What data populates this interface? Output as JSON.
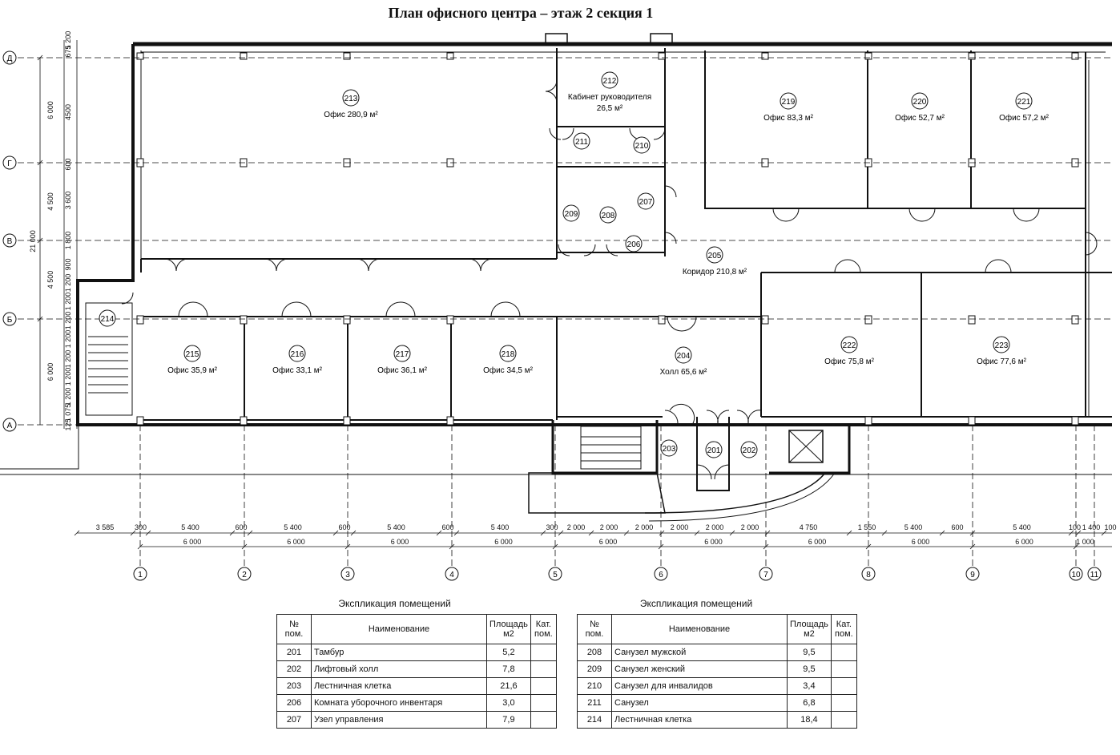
{
  "title": "План офисного центра – этаж 2 секция 1",
  "rooms": [
    {
      "no": "213",
      "name": "Офис",
      "area": "280,9"
    },
    {
      "no": "212",
      "name": "Кабинет руководителя",
      "area": "26,5"
    },
    {
      "no": "219",
      "name": "Офис",
      "area": "83,3"
    },
    {
      "no": "220",
      "name": "Офис",
      "area": "52,7"
    },
    {
      "no": "221",
      "name": "Офис",
      "area": "57,2"
    },
    {
      "no": "205",
      "name": "Коридор",
      "area": "210,8"
    },
    {
      "no": "215",
      "name": "Офис",
      "area": "35,9"
    },
    {
      "no": "216",
      "name": "Офис",
      "area": "33,1"
    },
    {
      "no": "217",
      "name": "Офис",
      "area": "36,1"
    },
    {
      "no": "218",
      "name": "Офис",
      "area": "34,5"
    },
    {
      "no": "204",
      "name": "Холл",
      "area": "65,6"
    },
    {
      "no": "222",
      "name": "Офис",
      "area": "75,8"
    },
    {
      "no": "223",
      "name": "Офис",
      "area": "77,6"
    }
  ],
  "area_unit": "м²",
  "small_rooms": [
    "211",
    "210",
    "207",
    "209",
    "208",
    "206",
    "214",
    "203",
    "201",
    "202"
  ],
  "axes_rows": [
    "Д",
    "Г",
    "В",
    "Б",
    "А"
  ],
  "axes_cols": [
    "1",
    "2",
    "3",
    "4",
    "5",
    "6",
    "7",
    "8",
    "9",
    "10",
    "11"
  ],
  "dims_left_outer": [
    "21 000"
  ],
  "dims_left_mid": [
    "6 000",
    "4 500",
    "4 500",
    "6 000"
  ],
  "dims_left_inner": [
    "1 200",
    "675",
    "4500",
    "600",
    "3 600",
    "1 800",
    "900",
    "1 200",
    "1 200",
    "1 200",
    "1 200",
    "1 200",
    "1 200",
    "1 200",
    "1 075",
    "125"
  ],
  "dims_bottom_top": [
    "3 585",
    "300",
    "5 400",
    "600",
    "5 400",
    "600",
    "5 400",
    "600",
    "5 400",
    "300",
    "2 000",
    "2 000",
    "2 000",
    "2 000",
    "2 000",
    "2 000",
    "4 750",
    "1 550",
    "5 400",
    "600",
    "5 400",
    "100",
    "1 400",
    "100"
  ],
  "dims_bottom_axes": [
    "6 000",
    "6 000",
    "6 000",
    "6 000",
    "6 000",
    "6 000",
    "6 000",
    "6 000",
    "6 000",
    "1 000"
  ],
  "table_caption": "Экспликация помещений",
  "table_headers": {
    "no": "№ пом.",
    "name": "Наименование",
    "area": "Площадь м2",
    "cat": "Кат. пом."
  },
  "table1": [
    {
      "no": "201",
      "name": "Тамбур",
      "area": "5,2"
    },
    {
      "no": "202",
      "name": "Лифтовый холл",
      "area": "7,8"
    },
    {
      "no": "203",
      "name": "Лестничная клетка",
      "area": "21,6"
    },
    {
      "no": "206",
      "name": "Комната уборочного инвентаря",
      "area": "3,0"
    },
    {
      "no": "207",
      "name": "Узел управления",
      "area": "7,9"
    }
  ],
  "table2": [
    {
      "no": "208",
      "name": "Санузел мужской",
      "area": "9,5"
    },
    {
      "no": "209",
      "name": "Санузел женский",
      "area": "9,5"
    },
    {
      "no": "210",
      "name": "Санузел для инвалидов",
      "area": "3,4"
    },
    {
      "no": "211",
      "name": "Санузел",
      "area": "6,8"
    },
    {
      "no": "214",
      "name": "Лестничная клетка",
      "area": "18,4"
    }
  ]
}
